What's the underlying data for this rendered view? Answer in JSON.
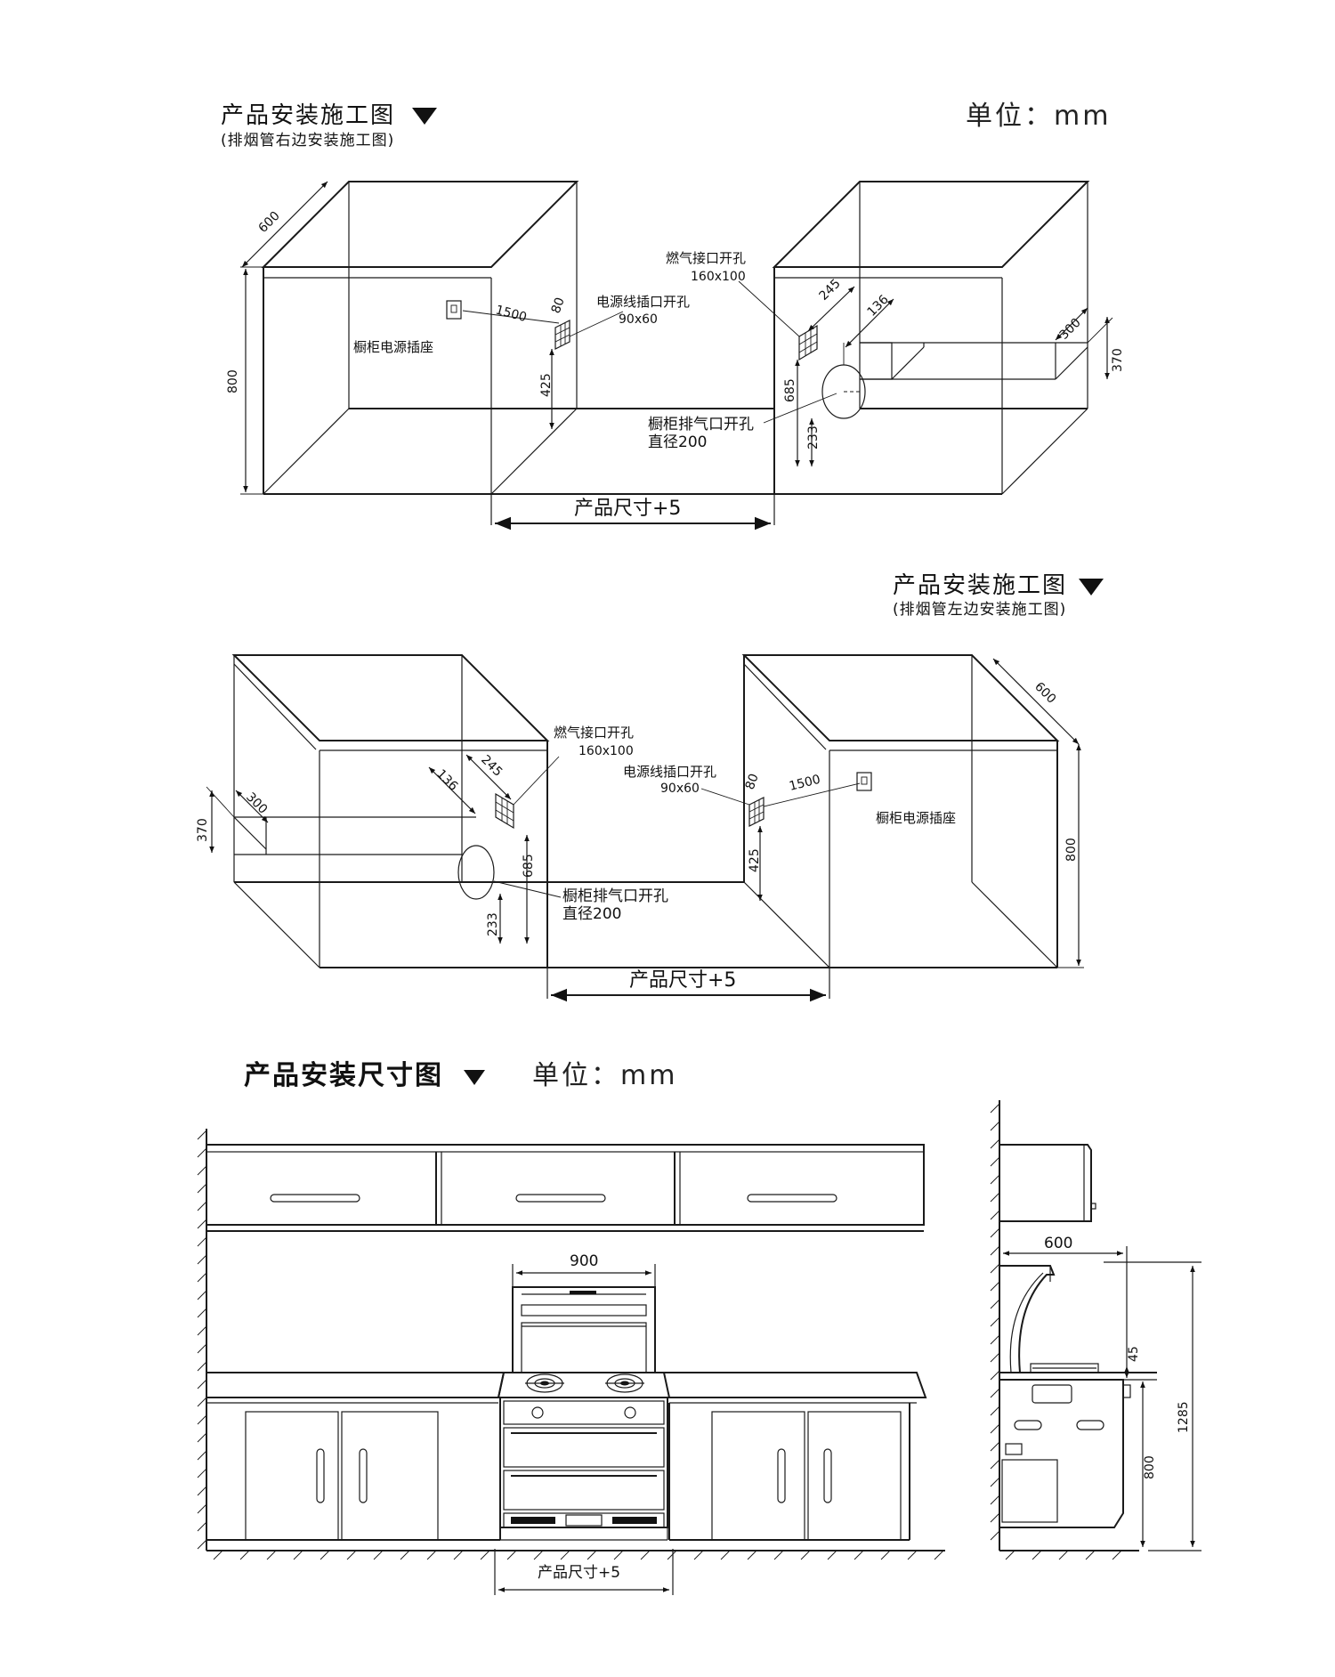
{
  "section1": {
    "title": "产品安装施工图",
    "subtitle": "(排烟管右边安装施工图)",
    "unit": "单位：mm",
    "labels": {
      "depth": "600",
      "height": "800",
      "socket": "橱柜电源插座",
      "socket_dist": "1500",
      "power_hole_size": "80",
      "power_hole": "电源线插口开孔",
      "power_hole_dim": "90x60",
      "power_height": "425",
      "gas_hole": "燃气接口开孔",
      "gas_hole_dim": "160x100",
      "gas_dist": "245",
      "exhaust_dist": "136",
      "gas_height": "685",
      "exhaust_height": "233",
      "exhaust_hole": "橱柜排气口开孔",
      "exhaust_dia": "直径200",
      "shelf_depth": "300",
      "shelf_height": "370",
      "width": "产品尺寸+5"
    }
  },
  "section2": {
    "title": "产品安装施工图",
    "subtitle": "(排烟管左边安装施工图)",
    "labels": {
      "shelf_height": "370",
      "shelf_depth": "300",
      "exhaust_dist": "136",
      "gas_dist": "245",
      "gas_hole": "燃气接口开孔",
      "gas_hole_dim": "160x100",
      "gas_height": "685",
      "exhaust_height": "233",
      "exhaust_hole": "橱柜排气口开孔",
      "exhaust_dia": "直径200",
      "power_hole": "电源线插口开孔",
      "power_hole_dim": "90x60",
      "power_hole_size": "80",
      "power_height": "425",
      "socket_dist": "1500",
      "socket": "橱柜电源插座",
      "depth": "600",
      "height": "800",
      "width": "产品尺寸+5"
    }
  },
  "section3": {
    "title": "产品安装尺寸图",
    "unit": "单位：mm",
    "labels": {
      "width900": "900",
      "width": "产品尺寸+5",
      "side_depth": "600",
      "side_45": "45",
      "side_800": "800",
      "side_1285": "1285"
    }
  },
  "icons": {
    "title_marker": "down-triangle-icon"
  }
}
